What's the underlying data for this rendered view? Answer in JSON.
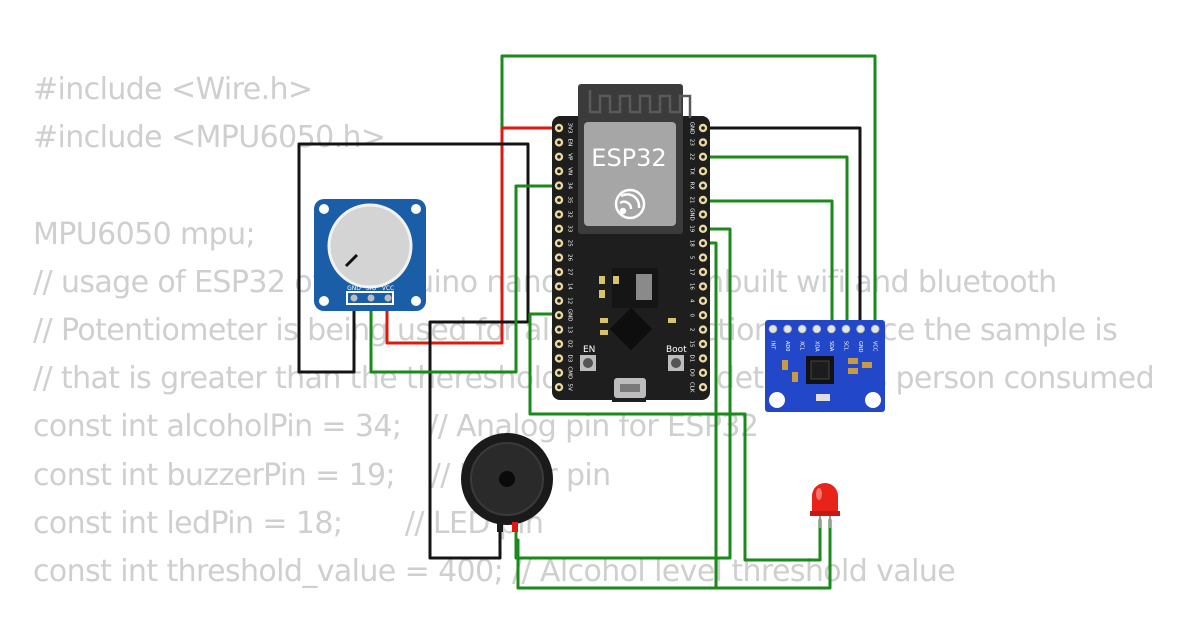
{
  "code_lines": [
    "#include <Wire.h>",
    "#include <MPU6050.h>",
    "",
    "MPU6050 mpu;",
    "// usage of ESP32 over arduino nano as it has inbuilt wifi and bluetooth",
    "// Potentiometer is being used for alcohol detection and once the sample is",
    "// that is greater than the thereshold value it is detected as person consumed",
    "const int alcoholPin = 34;   // Analog pin for ESP32",
    "const int buzzerPin = 19;    // Buzzer pin",
    "const int ledPin = 18;       // LED pin",
    "const int threshold_value = 400; // Alcohol level threshold value"
  ],
  "esp32": {
    "label": "ESP32",
    "left_pins": [
      "3V3",
      "EN",
      "VP",
      "VN",
      "34",
      "35",
      "32",
      "33",
      "25",
      "26",
      "27",
      "14",
      "12",
      "GND",
      "13",
      "D2",
      "D3",
      "CMD",
      "5V"
    ],
    "right_pins": [
      "GND",
      "23",
      "22",
      "TX",
      "RX",
      "21",
      "GND",
      "19",
      "18",
      "5",
      "17",
      "16",
      "4",
      "0",
      "2",
      "15",
      "D1",
      "D0",
      "CLK"
    ],
    "buttons": {
      "en": "EN",
      "boot": "Boot"
    }
  },
  "potentiometer": {
    "pins": [
      "GND",
      "SIG",
      "VCC"
    ]
  },
  "mpu6050": {
    "pins": [
      "INT",
      "AD0",
      "XCL",
      "XDA",
      "SDA",
      "SCL",
      "GND",
      "VCC"
    ]
  },
  "colors": {
    "wire_green": "#1a8a1a",
    "wire_red": "#e0190e",
    "wire_black": "#141414",
    "esp_board": "#1e1e1e",
    "module_blue": "#1a5ea8",
    "mpu_blue": "#2347c9",
    "code_text": "#cfcfcf"
  }
}
